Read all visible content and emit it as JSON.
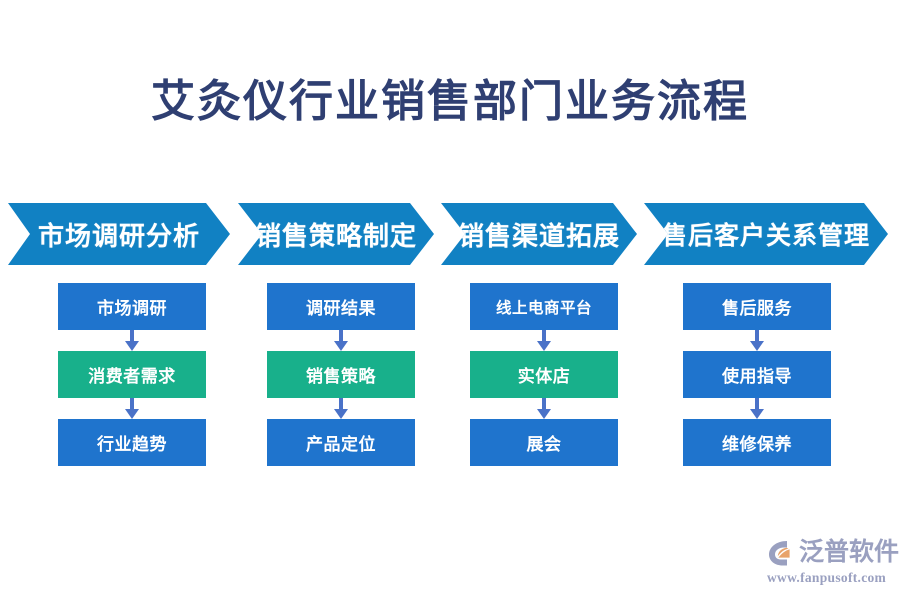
{
  "page": {
    "title": "艾灸仪行业销售部门业务流程",
    "background_color": "#ffffff",
    "title_color": "#2f3f72"
  },
  "colors": {
    "chevron_blue": "#1181c3",
    "box_blue": "#1f74cd",
    "box_teal": "#18b08b",
    "arrow_blue": "#4a72c8",
    "logo_purple": "#9aa0c0",
    "logo_orange": "#e8a36a"
  },
  "chevrons": [
    {
      "label": "市场调研分析"
    },
    {
      "label": "销售策略制定"
    },
    {
      "label": "销售渠道拓展"
    },
    {
      "label": "售后客户关系管理"
    }
  ],
  "columns": [
    {
      "stage": "市场调研分析",
      "steps": [
        {
          "label": "市场调研",
          "color": "blue"
        },
        {
          "label": "消费者需求",
          "color": "teal"
        },
        {
          "label": "行业趋势",
          "color": "blue"
        }
      ]
    },
    {
      "stage": "销售策略制定",
      "steps": [
        {
          "label": "调研结果",
          "color": "blue"
        },
        {
          "label": "销售策略",
          "color": "teal"
        },
        {
          "label": "产品定位",
          "color": "blue"
        }
      ]
    },
    {
      "stage": "销售渠道拓展",
      "steps": [
        {
          "label": "线上电商平台",
          "color": "blue"
        },
        {
          "label": "实体店",
          "color": "teal"
        },
        {
          "label": "展会",
          "color": "blue"
        }
      ]
    },
    {
      "stage": "售后客户关系管理",
      "steps": [
        {
          "label": "售后服务",
          "color": "blue"
        },
        {
          "label": "使用指导",
          "color": "blue"
        },
        {
          "label": "维修保养",
          "color": "blue"
        }
      ]
    }
  ],
  "brand": {
    "name": "泛普软件",
    "url": "www.fanpusoft.com",
    "mark": "fanpu-swoosh-logo-icon"
  }
}
